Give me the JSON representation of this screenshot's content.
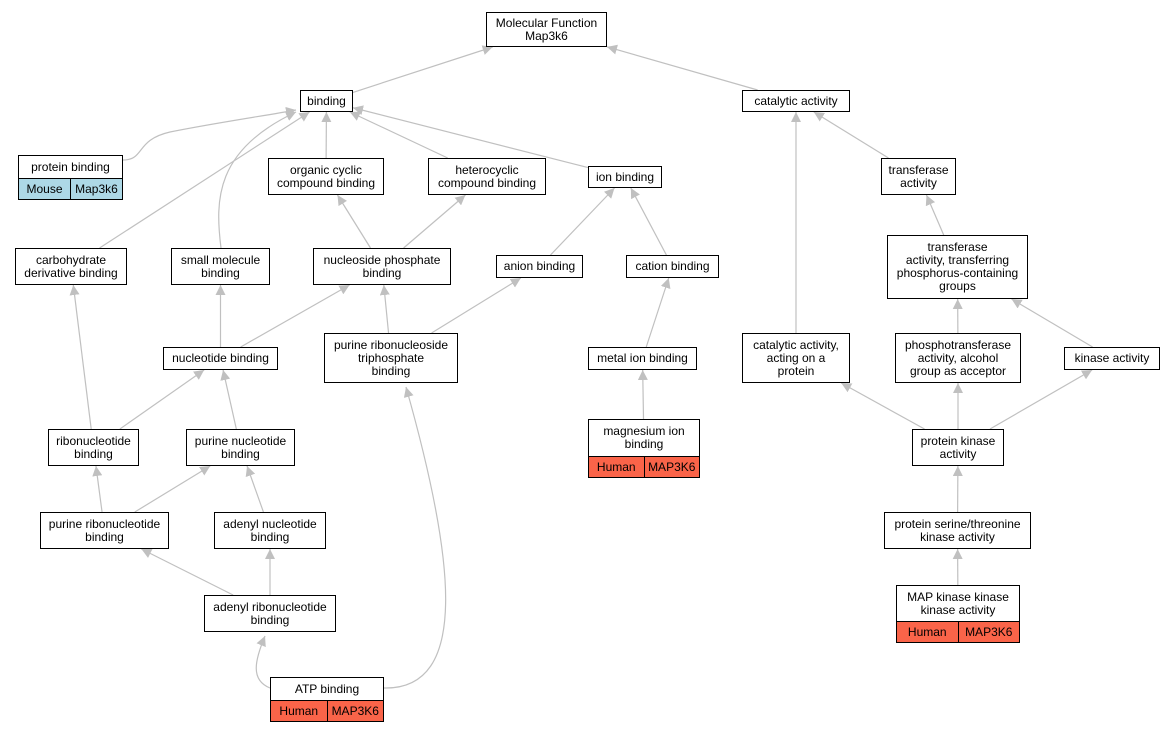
{
  "colors": {
    "edge": "#c0c0c0",
    "arrow": "#c0c0c0",
    "mouse": "#add8e6",
    "human": "#fa6449"
  },
  "nodes": [
    {
      "id": "mf",
      "label": "Molecular Function\nMap3k6"
    },
    {
      "id": "binding",
      "label": "binding"
    },
    {
      "id": "catalytic",
      "label": "catalytic activity"
    },
    {
      "id": "protein_binding",
      "label": "protein binding",
      "annotation": {
        "species": "Mouse",
        "gene": "Map3k6",
        "color": "mouse"
      }
    },
    {
      "id": "organic_cyclic",
      "label": "organic cyclic\ncompound binding"
    },
    {
      "id": "heterocyclic",
      "label": "heterocyclic\ncompound binding"
    },
    {
      "id": "ion_binding",
      "label": "ion binding"
    },
    {
      "id": "transferase",
      "label": "transferase\nactivity"
    },
    {
      "id": "carbohydrate",
      "label": "carbohydrate\nderivative binding"
    },
    {
      "id": "small_molecule",
      "label": "small molecule\nbinding"
    },
    {
      "id": "nucleoside_phosphate",
      "label": "nucleoside phosphate\nbinding"
    },
    {
      "id": "anion_binding",
      "label": "anion binding"
    },
    {
      "id": "cation_binding",
      "label": "cation binding"
    },
    {
      "id": "transferase_phos",
      "label": "transferase\nactivity, transferring\nphosphorus-containing\ngroups"
    },
    {
      "id": "nucleotide_binding",
      "label": "nucleotide binding"
    },
    {
      "id": "purine_ribonucleoside_tp",
      "label": "purine ribonucleoside\ntriphosphate\nbinding"
    },
    {
      "id": "metal_ion",
      "label": "metal ion binding"
    },
    {
      "id": "catalytic_protein",
      "label": "catalytic activity,\nacting on a\nprotein"
    },
    {
      "id": "phosphotransferase",
      "label": "phosphotransferase\nactivity, alcohol\ngroup as acceptor"
    },
    {
      "id": "kinase_activity",
      "label": "kinase activity"
    },
    {
      "id": "ribonucleotide",
      "label": "ribonucleotide\nbinding"
    },
    {
      "id": "purine_nucleotide",
      "label": "purine nucleotide\nbinding"
    },
    {
      "id": "magnesium_ion",
      "label": "magnesium ion\nbinding",
      "annotation": {
        "species": "Human",
        "gene": "MAP3K6",
        "color": "human"
      }
    },
    {
      "id": "protein_kinase",
      "label": "protein kinase\nactivity"
    },
    {
      "id": "purine_ribonucleotide",
      "label": "purine ribonucleotide\nbinding"
    },
    {
      "id": "adenyl_nucleotide",
      "label": "adenyl nucleotide\nbinding"
    },
    {
      "id": "protein_ser_thr",
      "label": "protein serine/threonine\nkinase activity"
    },
    {
      "id": "adenyl_ribonucleotide",
      "label": "adenyl ribonucleotide\nbinding"
    },
    {
      "id": "mapkkk",
      "label": "MAP kinase kinase\nkinase activity",
      "annotation": {
        "species": "Human",
        "gene": "MAP3K6",
        "color": "human"
      }
    },
    {
      "id": "atp_binding",
      "label": "ATP binding",
      "annotation": {
        "species": "Human",
        "gene": "MAP3K6",
        "color": "human"
      }
    }
  ],
  "edges": [
    {
      "from": "binding",
      "to": "mf"
    },
    {
      "from": "catalytic",
      "to": "mf"
    },
    {
      "from": "protein_binding",
      "to": "binding"
    },
    {
      "from": "organic_cyclic",
      "to": "binding"
    },
    {
      "from": "heterocyclic",
      "to": "binding"
    },
    {
      "from": "ion_binding",
      "to": "binding"
    },
    {
      "from": "carbohydrate",
      "to": "binding"
    },
    {
      "from": "small_molecule",
      "to": "binding"
    },
    {
      "from": "transferase",
      "to": "catalytic"
    },
    {
      "from": "catalytic_protein",
      "to": "catalytic"
    },
    {
      "from": "nucleoside_phosphate",
      "to": "organic_cyclic"
    },
    {
      "from": "nucleoside_phosphate",
      "to": "heterocyclic"
    },
    {
      "from": "anion_binding",
      "to": "ion_binding"
    },
    {
      "from": "cation_binding",
      "to": "ion_binding"
    },
    {
      "from": "transferase_phos",
      "to": "transferase"
    },
    {
      "from": "nucleotide_binding",
      "to": "small_molecule"
    },
    {
      "from": "nucleotide_binding",
      "to": "nucleoside_phosphate"
    },
    {
      "from": "purine_ribonucleoside_tp",
      "to": "nucleoside_phosphate"
    },
    {
      "from": "purine_ribonucleoside_tp",
      "to": "anion_binding"
    },
    {
      "from": "metal_ion",
      "to": "cation_binding"
    },
    {
      "from": "phosphotransferase",
      "to": "transferase_phos"
    },
    {
      "from": "kinase_activity",
      "to": "transferase_phos"
    },
    {
      "from": "ribonucleotide",
      "to": "carbohydrate"
    },
    {
      "from": "ribonucleotide",
      "to": "nucleotide_binding"
    },
    {
      "from": "purine_nucleotide",
      "to": "nucleotide_binding"
    },
    {
      "from": "magnesium_ion",
      "to": "metal_ion"
    },
    {
      "from": "protein_kinase",
      "to": "catalytic_protein"
    },
    {
      "from": "protein_kinase",
      "to": "phosphotransferase"
    },
    {
      "from": "protein_kinase",
      "to": "kinase_activity"
    },
    {
      "from": "purine_ribonucleotide",
      "to": "ribonucleotide"
    },
    {
      "from": "purine_ribonucleotide",
      "to": "purine_nucleotide"
    },
    {
      "from": "adenyl_nucleotide",
      "to": "purine_nucleotide"
    },
    {
      "from": "protein_ser_thr",
      "to": "protein_kinase"
    },
    {
      "from": "adenyl_ribonucleotide",
      "to": "purine_ribonucleotide"
    },
    {
      "from": "adenyl_ribonucleotide",
      "to": "adenyl_nucleotide"
    },
    {
      "from": "mapkkk",
      "to": "protein_ser_thr"
    },
    {
      "from": "atp_binding",
      "to": "adenyl_ribonucleotide"
    },
    {
      "from": "atp_binding",
      "to": "purine_ribonucleoside_tp"
    }
  ]
}
